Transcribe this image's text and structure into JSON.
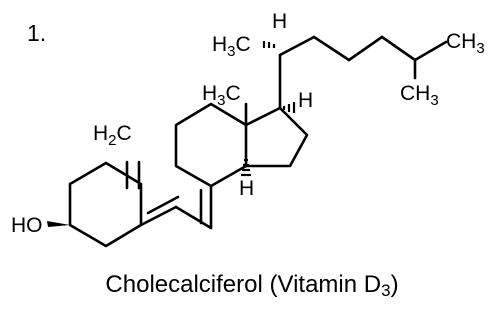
{
  "figure": {
    "item_number": "1.",
    "caption": {
      "name": "Cholecalciferol (Vitamin D",
      "subscript": "3",
      "close": ")"
    }
  },
  "atoms": {
    "methylene_left": "H",
    "methylene_sub": "2",
    "methylene_right": "C",
    "hydroxyl": "HO",
    "angular_methyl_left": "H",
    "angular_methyl_sub": "3",
    "angular_methyl_right": "C",
    "side_methyl_left": "H",
    "side_methyl_sub": "3",
    "side_methyl_right": "C",
    "side_chain_h": "H",
    "terminal_methyl_top_left": "CH",
    "terminal_methyl_top_sub": "3",
    "terminal_methyl_bottom_left": "CH",
    "terminal_methyl_bottom_sub": "3",
    "ring_d_h": "H",
    "ring_junction_h": "H"
  }
}
